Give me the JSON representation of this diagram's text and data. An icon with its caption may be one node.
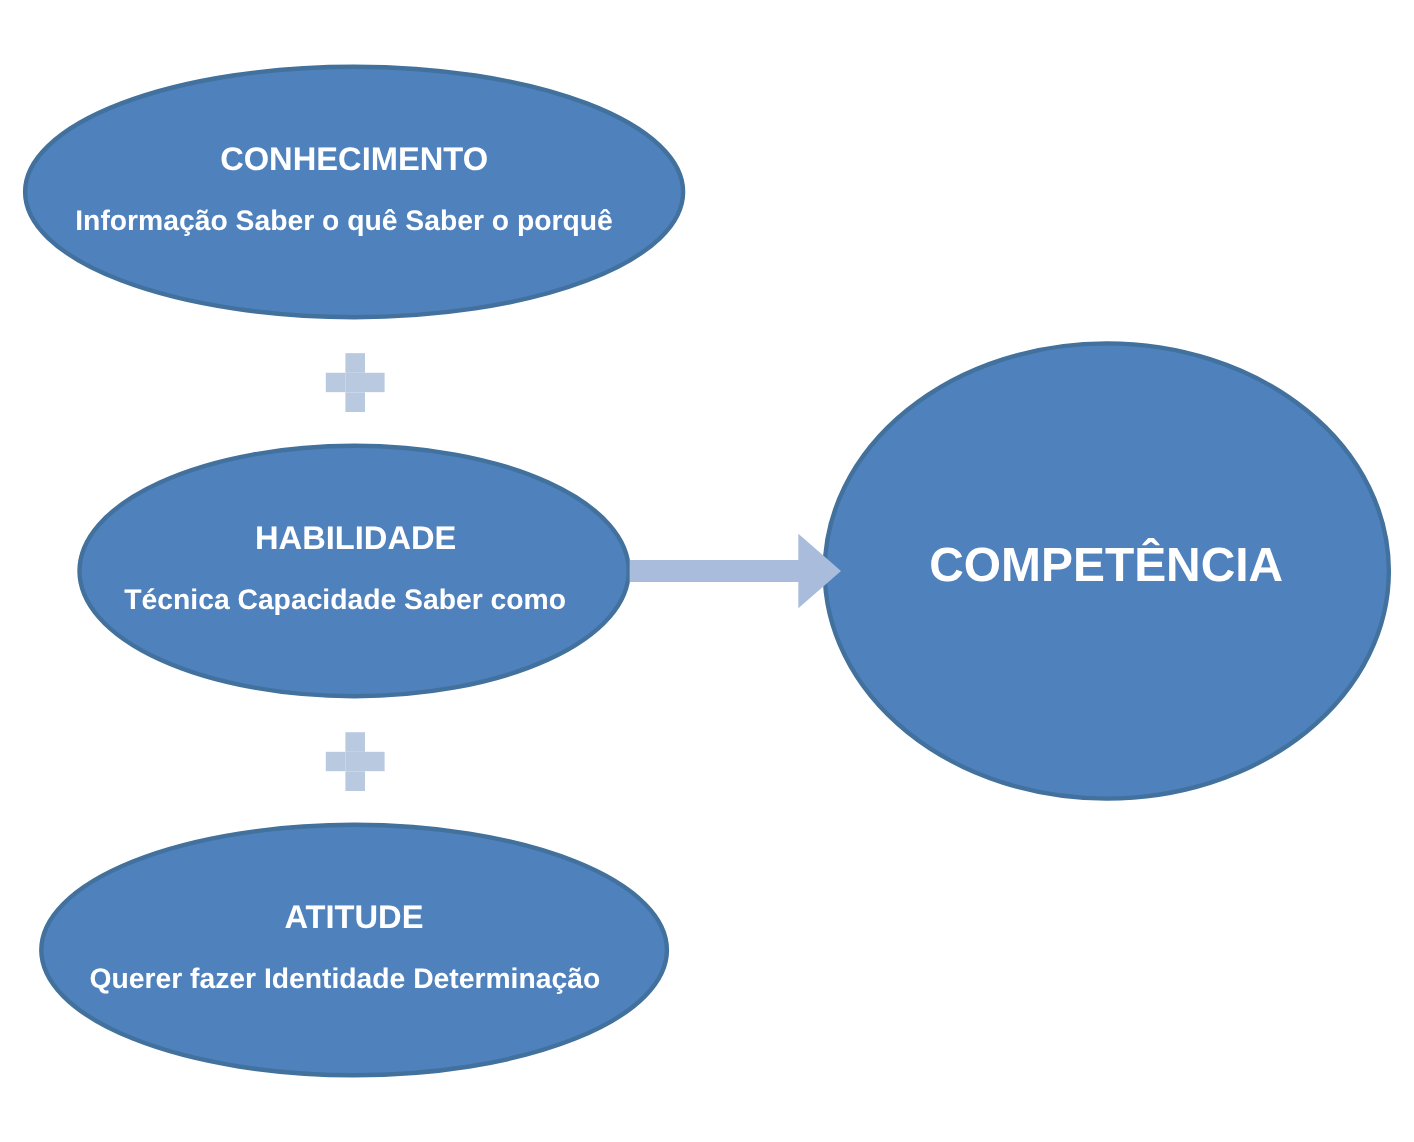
{
  "diagram": {
    "nodes": [
      {
        "text": [
          "CONHECIMENTO",
          "Informação Saber o quê Saber o porquê"
        ]
      },
      {
        "text": [],
        "shape": "plus"
      },
      {
        "text": [
          "HABILIDADE",
          "Técnica Capacidade Saber como"
        ]
      },
      {
        "text": [],
        "shape": "plus"
      },
      {
        "text": [
          "ATITUDE",
          "Querer fazer Identidade Determinação"
        ]
      },
      {
        "text": [
          "COMPETÊNCIA"
        ]
      }
    ],
    "edges": [
      {
        "from": 2,
        "to": 5,
        "arrow": "to"
      }
    ]
  }
}
